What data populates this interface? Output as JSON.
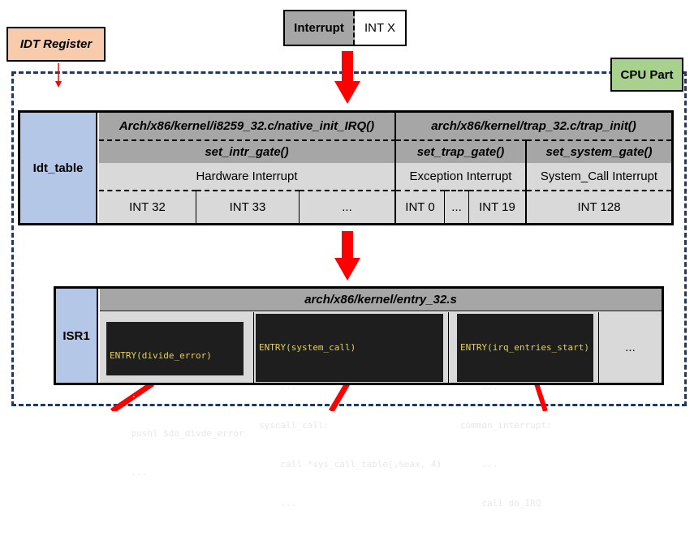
{
  "idt_register": {
    "label": "IDT Register"
  },
  "interrupt": {
    "left": "Interrupt",
    "right": "INT X"
  },
  "cpu_part": {
    "label": "CPU Part"
  },
  "idt_table": {
    "label": "Idt_table",
    "file_left": "Arch/x86/kernel/i8259_32.c/native_init_IRQ()",
    "file_right": "arch/x86/kernel/trap_32.c/trap_init()",
    "gate_intr": "set_intr_gate()",
    "gate_trap": "set_trap_gate()",
    "gate_system": "set_system_gate()",
    "hw_interrupt": "Hardware Interrupt",
    "exc_interrupt": "Exception Interrupt",
    "sys_interrupt": "System_Call Interrupt",
    "int_cells": [
      "INT 32",
      "INT 33",
      "...",
      "INT 0",
      "...",
      "INT 19",
      "INT 128"
    ]
  },
  "isr": {
    "label": "ISR1",
    "file": "arch/x86/kernel/entry_32.s",
    "code1": [
      "ENTRY(divide_error)",
      "    ...",
      "    pushl $do_divde_error",
      "    ..."
    ],
    "code2": [
      "ENTRY(system_call)",
      "    ...",
      "syscall_call:",
      "    call *sys_call_table(,%eax, 4)",
      "    ..."
    ],
    "code3": [
      "ENTRY(irq_entries_start)",
      "    ...",
      "common_interrupt:",
      "    ...",
      "    call do_IRQ"
    ],
    "ellipsis": "..."
  },
  "colors": {
    "idt_register_fill": "#f8cbad",
    "cpu_part_fill": "#a9d18e",
    "label_fill": "#b4c7e7",
    "header_fill": "#a6a6a6",
    "cell_fill": "#d9d9d9",
    "arrow": "#ff0000",
    "dashed_border": "#203864"
  }
}
